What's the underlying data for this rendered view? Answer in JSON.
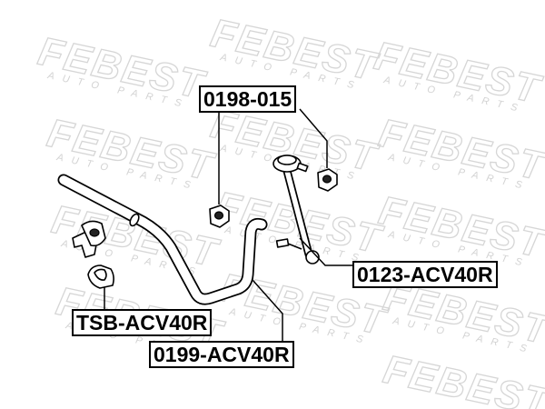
{
  "watermark": {
    "brand": "FEBEST",
    "tagline": "AUTO PARTS"
  },
  "callouts": {
    "bushing_set": "0198-015",
    "stabilizer_link": "0123-ACV40R",
    "stabilizer_bushing": "TSB-ACV40R",
    "stabilizer_bar": "0199-ACV40R"
  }
}
